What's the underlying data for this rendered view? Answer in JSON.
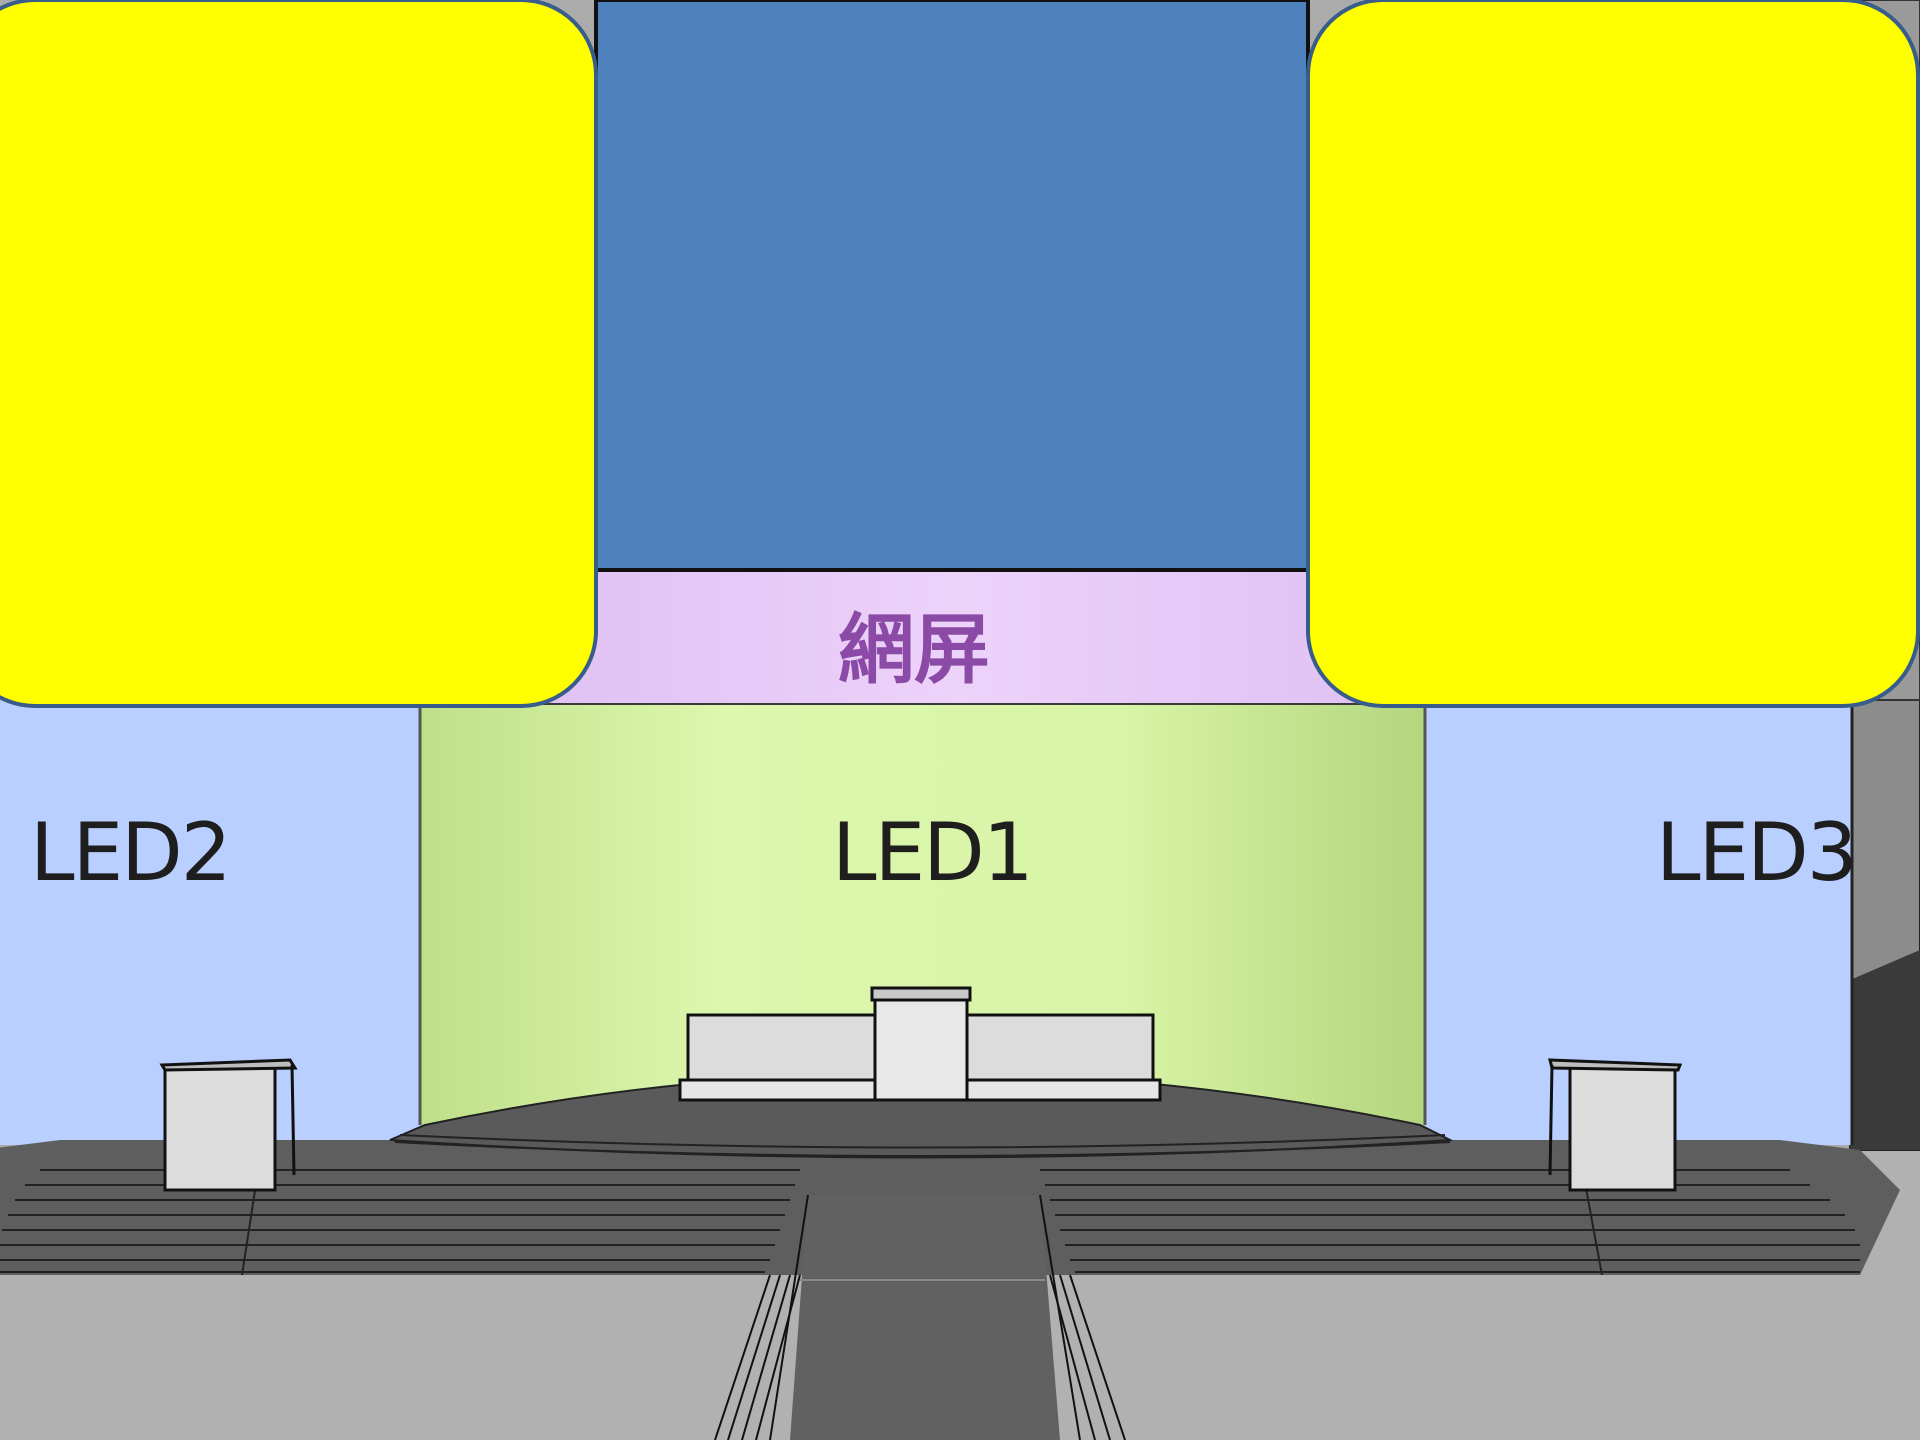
{
  "labels": {
    "net_screen": "網屏",
    "led1": "LED1",
    "led2": "LED2",
    "led3": "LED3"
  },
  "colors": {
    "background_floor": "#ababab",
    "net_screen": "#e9c9f7",
    "led_side_panels": "#b9cfff",
    "led_center": "#d3f2a0",
    "center_block": "#4f81bd",
    "side_blocks": "#ffff00",
    "stage_steps": "#5e5e5e",
    "podium": "#dcdcdc"
  }
}
